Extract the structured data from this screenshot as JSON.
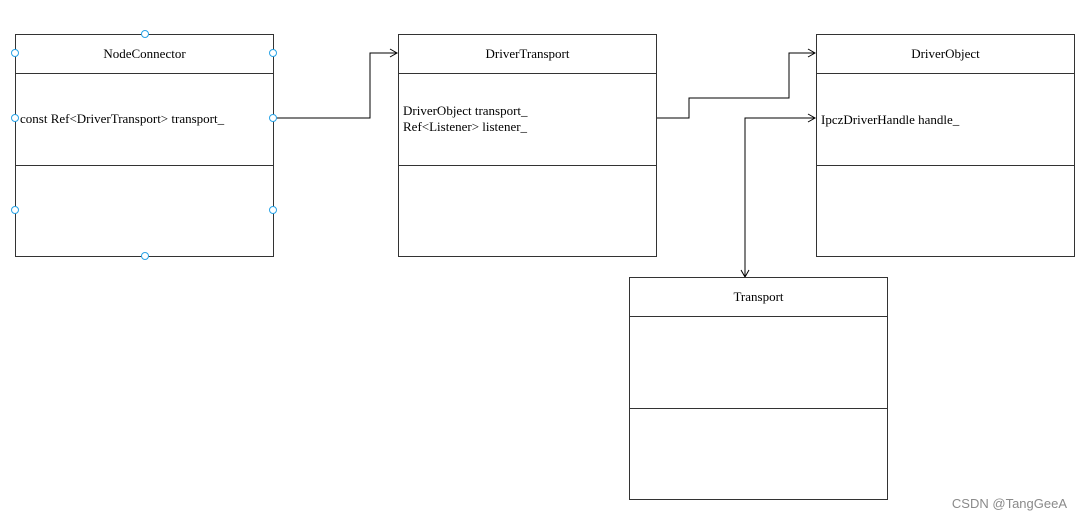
{
  "classes": {
    "node_connector": {
      "name": "NodeConnector",
      "attributes": [
        "const Ref<DriverTransport> transport_"
      ]
    },
    "driver_transport": {
      "name": "DriverTransport",
      "attributes": [
        "DriverObject transport_",
        "Ref<Listener> listener_"
      ]
    },
    "driver_object": {
      "name": "DriverObject",
      "attributes": [
        "IpczDriverHandle handle_"
      ]
    },
    "transport": {
      "name": "Transport",
      "attributes": []
    }
  },
  "selected_class": "NodeConnector",
  "colors": {
    "border": "#333333",
    "connector": "#000000",
    "selection_handle": "#29a3e6"
  },
  "watermark": "CSDN @TangGeeA"
}
